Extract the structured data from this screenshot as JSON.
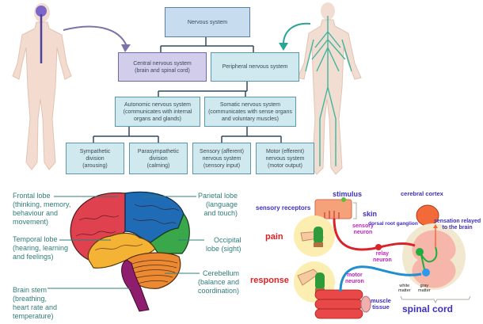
{
  "top_chart": {
    "root": "Nervous system",
    "cns": "Central nervous system\n(brain and spinal cord)",
    "pns": "Peripheral nervous system",
    "autonomic": "Autonomic nervous system\n(communicates with internal\norgans and glands)",
    "somatic": "Somatic nervous system\n(communicates with sense organs\nand voluntary muscles)",
    "sympathetic": "Sympathetic\ndivision\n(arousing)",
    "parasympathetic": "Parasympathetic\ndivision\n(calming)",
    "sensory": "Sensory (afferent)\nnervous system\n(sensory input)",
    "motor": "Motor (efferent)\nnervous system\n(motor output)"
  },
  "brain": {
    "frontal": "Frontal lobe\n(thinking, memory,\nbehaviour and\nmovement)",
    "temporal": "Temporal lobe\n(hearing, learning\nand feelings)",
    "brainstem": "Brain stem\n(breathing,\nheart rate and\ntemperature)",
    "parietal": "Parietal lobe\n(language\nand touch)",
    "occipital": "Occipital\nlobe (sight)",
    "cerebellum": "Cerebellum\n(balance and\ncoordination)"
  },
  "reflex": {
    "stimulus": "stimulus",
    "sensory_receptors": "sensory receptors",
    "skin": "skin",
    "pain": "pain",
    "response": "response",
    "sensory_neuron": "sensory\nneuron",
    "motor_neuron": "motor\nneuron",
    "relay_neuron": "relay\nneuron",
    "dorsal_root_ganglion": "dorsal root ganglion",
    "cerebral_cortex": "cerebral cortex",
    "sensation_relayed": "sensation relayed\nto the brain",
    "white_matter": "white\nmatter",
    "gray_matter": "gray\nmatter",
    "muscle_tissue": "muscle\ntissue",
    "spinal_cord": "spinal cord"
  },
  "colors": {
    "frontal": "#e0414f",
    "parietal": "#1f6bb5",
    "temporal": "#f5b335",
    "occipital": "#3aa84a",
    "cerebellum": "#ec8a33",
    "brainstem": "#8e1d6e",
    "label_teal": "#2f7d7a",
    "reflex_purple": "#3d2fc0",
    "reflex_red": "#e02020",
    "reflex_magenta": "#c21fc0"
  }
}
